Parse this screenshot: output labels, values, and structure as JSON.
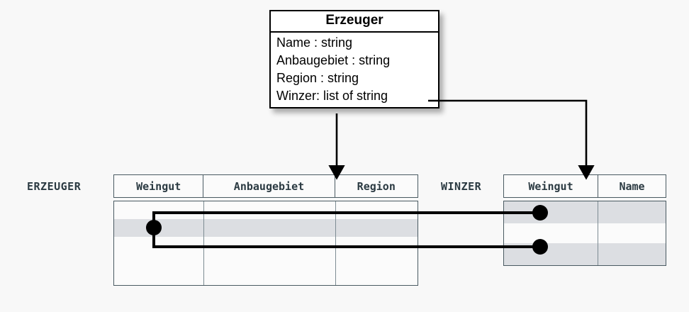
{
  "diagram": {
    "background_color": "#f8f8f8",
    "line_color": "#000000",
    "table_border_color": "#4a5a62",
    "highlight_row_color": "#dcdee2"
  },
  "uml_class": {
    "name": "Erzeuger",
    "attributes": [
      "Name : string",
      "Anbaugebiet : string",
      "Region : string",
      "Winzer: list of string"
    ]
  },
  "tables": [
    {
      "label": "ERZEUGER",
      "columns": [
        "Weingut",
        "Anbaugebiet",
        "Region"
      ],
      "rows": [
        {
          "cells": [
            "",
            "",
            ""
          ],
          "highlighted": false
        },
        {
          "cells": [
            "",
            "",
            ""
          ],
          "highlighted": true
        },
        {
          "cells": [
            "",
            "",
            ""
          ],
          "highlighted": false
        },
        {
          "cells": [
            "",
            "",
            ""
          ],
          "highlighted": false
        }
      ]
    },
    {
      "label": "WINZER",
      "columns": [
        "Weingut",
        "Name"
      ],
      "rows": [
        {
          "cells": [
            "",
            ""
          ],
          "highlighted": true
        },
        {
          "cells": [
            "",
            ""
          ],
          "highlighted": false
        },
        {
          "cells": [
            "",
            ""
          ],
          "highlighted": true
        }
      ]
    }
  ],
  "connectors": {
    "arrow_to_erzeuger": "Erzeuger attributes map to ERZEUGER table",
    "arrow_to_winzer": "Winzer list attribute maps to WINZER table",
    "join_source": "ERZEUGER.Weingut",
    "join_targets": [
      "WINZER.Weingut row 1",
      "WINZER.Weingut row 3"
    ]
  }
}
